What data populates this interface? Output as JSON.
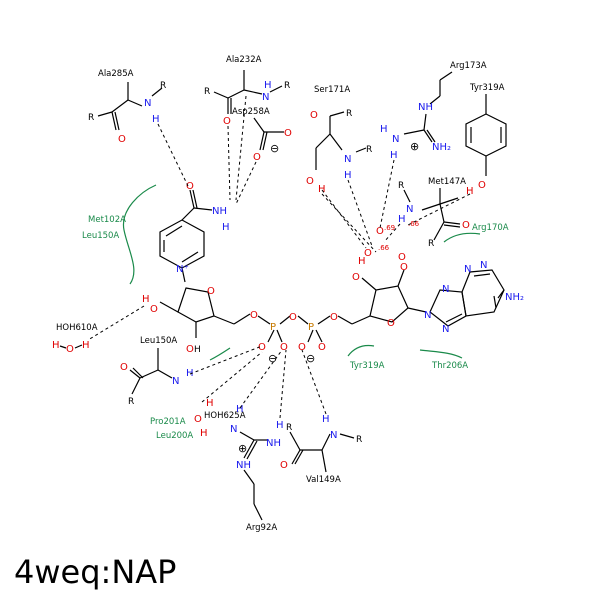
{
  "title": "4weq:NAP",
  "residues": {
    "ala285": "Ala285A",
    "ala232": "Ala232A",
    "asp258": "Asp258A",
    "ser171": "Ser171A",
    "arg173": "Arg173A",
    "tyr319_top": "Tyr319A",
    "met147": "Met147A",
    "met102": "Met102A",
    "leu150_hyd": "Leu150A",
    "arg170": "Arg170A",
    "hoh610": "HOH610A",
    "leu150_bond": "Leu150A",
    "tyr319_hyd": "Tyr319A",
    "thr206": "Thr206A",
    "pro201": "Pro201A",
    "leu200": "Leu200A",
    "hoh625": "HOH625A",
    "val149": "Val149A",
    "arg92": "Arg92A"
  },
  "distances": [
    ".69",
    ".66",
    ".66"
  ],
  "atoms": {
    "R": "R",
    "O": "O",
    "N": "N",
    "H": "H",
    "P": "P",
    "NH": "NH",
    "NH2": "NH₂",
    "N_plus": "N⁺",
    "plus": "⊕",
    "minus": "⊖"
  }
}
